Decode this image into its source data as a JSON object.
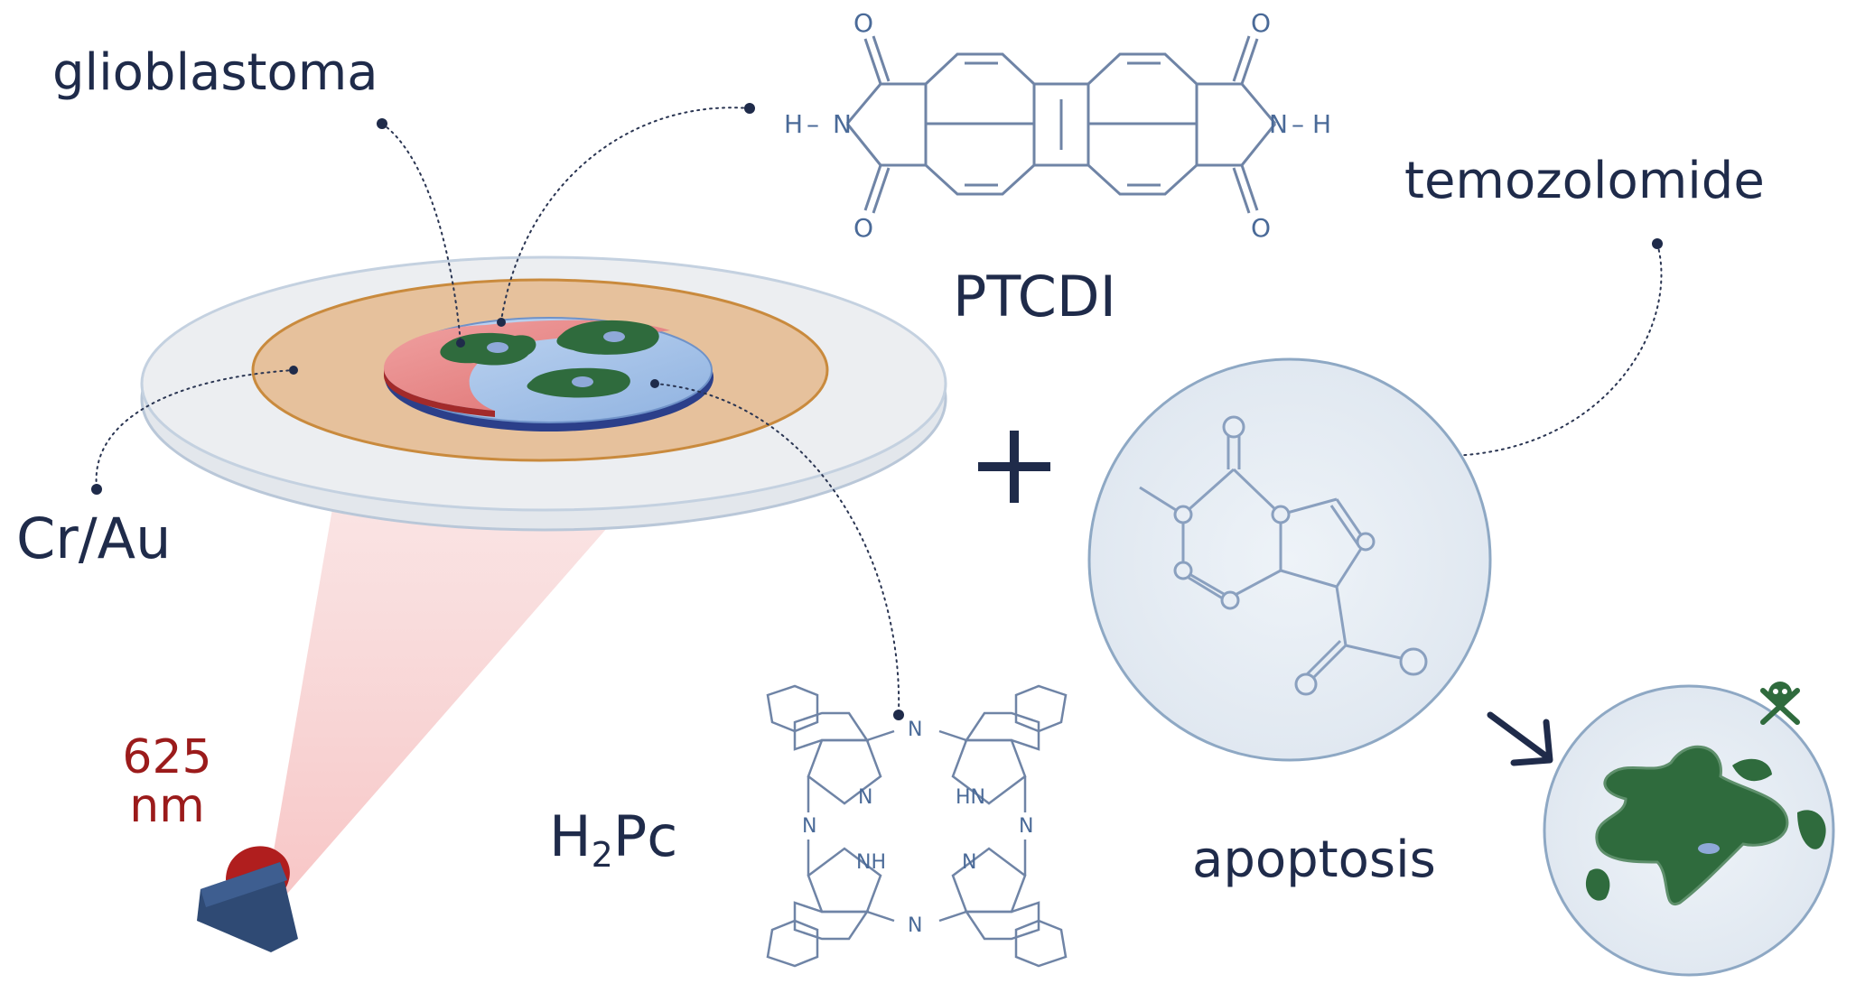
{
  "labels": {
    "glioblastoma": "glioblastoma",
    "ptcdi": "PTCDI",
    "temozolomide": "temozolomide",
    "cr_au": "Cr/Au",
    "wavelength_value": "625",
    "wavelength_unit": "nm",
    "h2pc_prefix": "H",
    "h2pc_sub": "2",
    "h2pc_suffix": "Pc",
    "apoptosis": "apoptosis",
    "plus": "+"
  },
  "atoms": {
    "oxygen": "O",
    "nitrogen": "N",
    "hydrogen": "H",
    "nh": "NH",
    "hn": "HN",
    "bond_dash": "–"
  },
  "colors": {
    "text": "#1f2b4a",
    "wavelength": "#9b1b1b",
    "gold_layer": "#e6c19c",
    "red_film": "#e88a8a",
    "blue_film": "#a9c6ec",
    "cells": "#2f6b3d",
    "sphere": "#e6edf5",
    "light_beam": "#f1b7b7"
  },
  "icons": [
    "skull-crossbones-icon",
    "arrow-down-right-icon",
    "led-light-source-icon",
    "plus-icon"
  ]
}
